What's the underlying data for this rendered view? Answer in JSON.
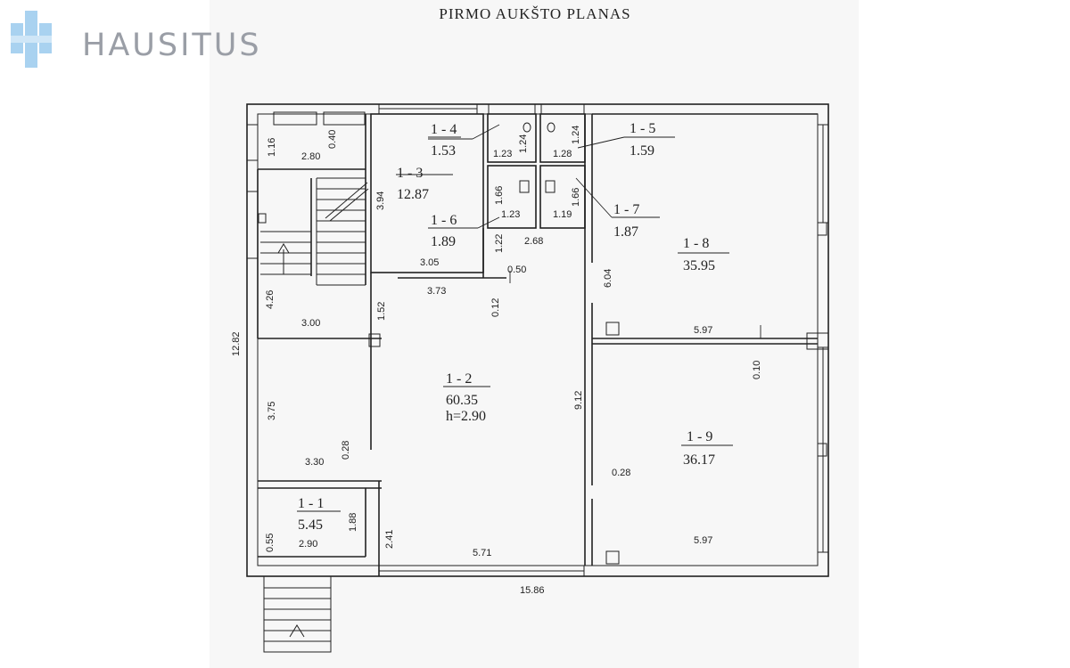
{
  "brand": {
    "name": "HAUSITUS",
    "logo_color": "#a9d2f0",
    "text_color": "#9a9ea6"
  },
  "plan": {
    "title": "PIRMO AUKŠTO PLANAS"
  },
  "rooms": [
    {
      "id": "1 - 1",
      "area": "5.45"
    },
    {
      "id": "1 - 2",
      "area": "60.35",
      "height": "h=2.90"
    },
    {
      "id": "1 - 3",
      "area": "12.87"
    },
    {
      "id": "1 - 4",
      "area": "1.53"
    },
    {
      "id": "1 - 5",
      "area": "1.59"
    },
    {
      "id": "1 - 6",
      "area": "1.89"
    },
    {
      "id": "1 - 7",
      "area": "1.87"
    },
    {
      "id": "1 - 8",
      "area": "35.95"
    },
    {
      "id": "1 - 9",
      "area": "36.17"
    }
  ],
  "dimensions": [
    "1.16",
    "0.40",
    "2.80",
    "3.94",
    "1.23",
    "1.24",
    "1.28",
    "1.24",
    "1.66",
    "1.23",
    "1.19",
    "1.66",
    "1.22",
    "2.68",
    "3.05",
    "0.50",
    "3.73",
    "4.26",
    "1.52",
    "0.12",
    "3.00",
    "6.04",
    "5.97",
    "0.10",
    "12.82",
    "3.75",
    "9.12",
    "3.30",
    "0.28",
    "0.28",
    "1.88",
    "0.55",
    "2.90",
    "2.41",
    "5.71",
    "5.97",
    "15.86"
  ]
}
